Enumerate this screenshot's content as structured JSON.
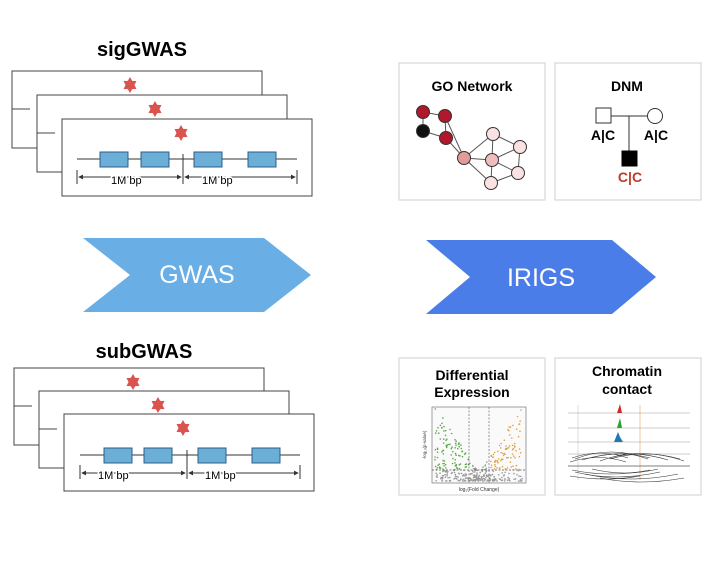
{
  "sig": {
    "title": "sigGWAS",
    "span_left": "1M bp",
    "span_right": "1M bp"
  },
  "sub": {
    "title": "subGWAS",
    "span_left": "1M bp",
    "span_right": "1M bp"
  },
  "arrows": {
    "gwas": "GWAS",
    "irigs": "IRIGS"
  },
  "panels": {
    "go": {
      "title": "GO Network"
    },
    "dnm": {
      "title": "DNM",
      "father": "A|C",
      "mother": "A|C",
      "child": "C|C"
    },
    "de": {
      "title_line1": "Differential",
      "title_line2": "Expression",
      "ylabel": "-log₁₀(p-value)",
      "xlabel": "log₂(Fold Change)"
    },
    "chromatin": {
      "title_line1": "Chromatin",
      "title_line2": "contact"
    }
  },
  "colors": {
    "star": "#d9534f",
    "gene_box": "#6baed6",
    "gwas_arrow": "#6aaee6",
    "irigs_arrow": "#4a7de8",
    "child_genotype": "#c0392b",
    "go_dark_red": "#b2182b",
    "go_black": "#111111",
    "go_mid": "#e29b9b",
    "go_light": "#fbe1e1"
  }
}
